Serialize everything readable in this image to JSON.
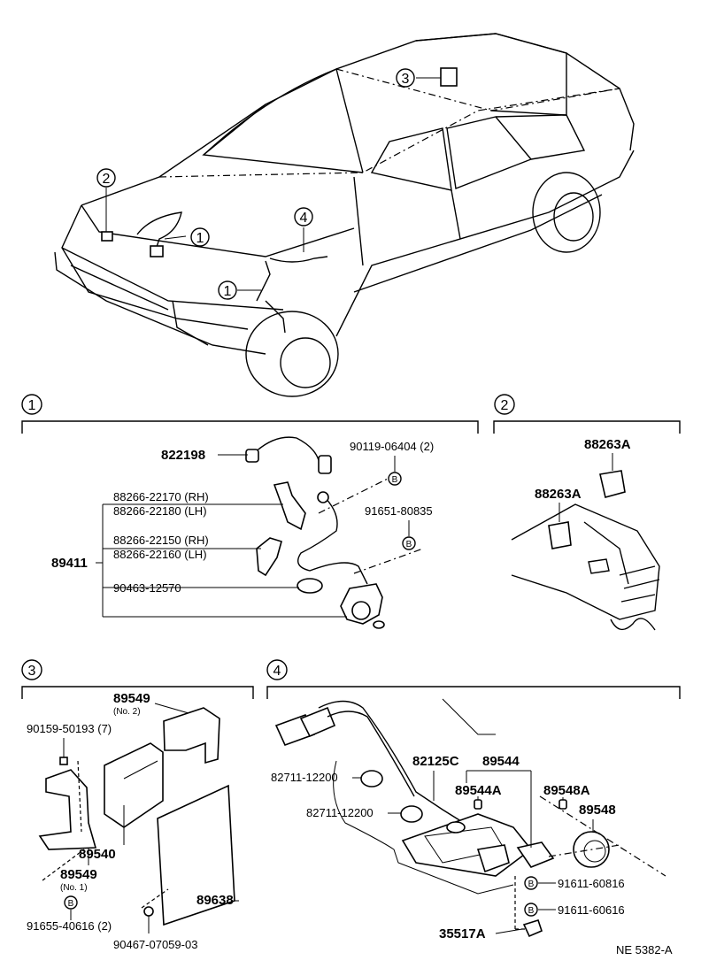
{
  "car": {
    "callouts": [
      "1",
      "2",
      "3",
      "4",
      "1"
    ]
  },
  "section1": {
    "number": "1",
    "p822198": "822198",
    "p90119": "90119-06404 (2)",
    "p88266_22170": "88266-22170 (RH)",
    "p88266_22180": "88266-22180 (LH)",
    "p88266_22150": "88266-22150 (RH)",
    "p88266_22160": "88266-22160 (LH)",
    "p89411": "89411",
    "p90463": "90463-12570",
    "p91651": "91651-80835",
    "b1": "B",
    "b2": "B"
  },
  "section2": {
    "number": "2",
    "p88263A_top": "88263A",
    "p88263A_left": "88263A"
  },
  "section3": {
    "number": "3",
    "p89549_no2": "89549",
    "p89549_no2_sub": "(No. 2)",
    "p90159": "90159-50193 (7)",
    "p89540": "89540",
    "p89549_no1": "89549",
    "p89549_no1_sub": "(No. 1)",
    "p91655": "91655-40616 (2)",
    "p89638": "89638",
    "p90467": "90467-07059-03",
    "b1": "B"
  },
  "section4": {
    "number": "4",
    "p82125C": "82125C",
    "p89544": "89544",
    "p82711_a": "82711-12200",
    "p89544A": "89544A",
    "p89548A": "89548A",
    "p82711_b": "82711-12200",
    "p89548": "89548",
    "p91611_a": "91611-60816",
    "p91611_b": "91611-60616",
    "p35517A": "35517A",
    "b1": "B",
    "b2": "B"
  },
  "footer": {
    "code": "NE  5382-A"
  }
}
